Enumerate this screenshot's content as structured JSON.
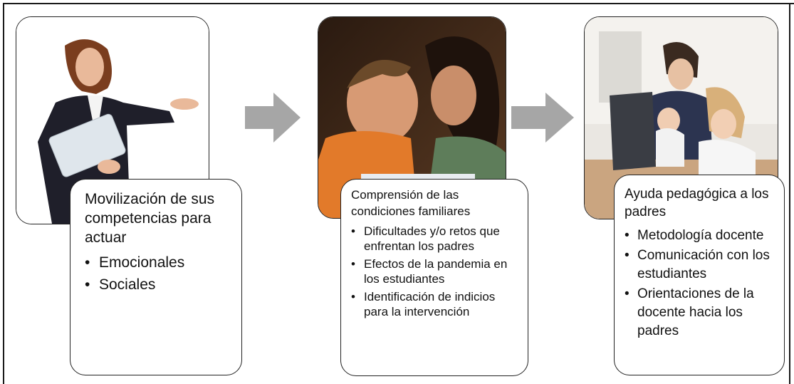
{
  "steps": [
    {
      "photo_icon": "woman-presenting-photo",
      "title": "Movilización de sus competencias para actuar",
      "bullets": [
        "Emocionales",
        "Sociales"
      ]
    },
    {
      "photo_icon": "mother-and-child-photo",
      "title": "Comprensión de las condiciones familiares",
      "bullets": [
        "Dificultades y/o retos que enfrentan los padres",
        "Efectos de la pandemia en los estudiantes",
        "Identificación de indicios para la intervención"
      ]
    },
    {
      "photo_icon": "family-at-laptop-photo",
      "title": "Ayuda pedagógica a los padres",
      "bullets": [
        "Metodología docente",
        "Comunicación con los estudiantes",
        "Orientaciones de la docente hacia los padres"
      ]
    }
  ],
  "colors": {
    "arrow": "#a6a6a6",
    "border": "#222222"
  }
}
